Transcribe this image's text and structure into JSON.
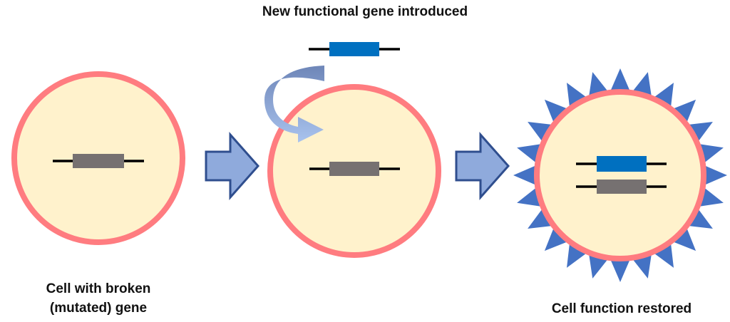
{
  "labels": {
    "top": "New functional gene introduced",
    "left_line1": "Cell with broken",
    "left_line2": "(mutated) gene",
    "right": "Cell function restored"
  },
  "colors": {
    "cell_fill": "#FFF2CC",
    "cell_border": "#FF7C80",
    "broken_gene": "#767171",
    "functional_gene": "#0070C0",
    "dna_line": "#000000",
    "arrow_fill": "#8FAADC",
    "arrow_stroke": "#2F4E8E",
    "curved_arrow": "#8FAADC",
    "spikes": "#4472C4"
  },
  "icons": [
    "block-arrow-right-icon",
    "curved-arrow-icon",
    "spike-star-icon"
  ]
}
